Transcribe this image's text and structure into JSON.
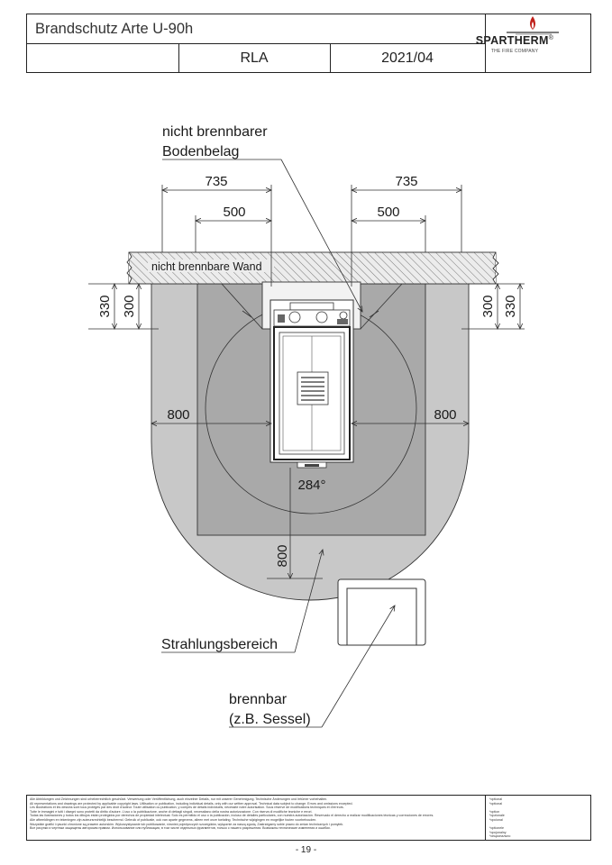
{
  "header": {
    "title": "Brandschutz Arte U-90h",
    "model": "RLA",
    "date": "2021/04",
    "brand": "SPARTHERM",
    "brand_mark": "®",
    "brand_tagline": "THE FIRE COMPANY"
  },
  "drawing": {
    "label_floor": [
      "nicht brennbarer",
      "Bodenbelag"
    ],
    "label_wall": "nicht brennbare Wand",
    "label_radiation": "Strahlungsbereich",
    "label_combustible": [
      "brennbar",
      "(z.B. Sessel)"
    ],
    "angle": "284°",
    "dim_top_left_outer": "735",
    "dim_top_left_inner": "500",
    "dim_top_right_outer": "735",
    "dim_top_right_inner": "500",
    "dim_left_outer": "330",
    "dim_left_inner": "300",
    "dim_right_inner": "300",
    "dim_right_outer": "330",
    "dim_side_left": "800",
    "dim_side_right": "800",
    "dim_front": "800",
    "colors": {
      "radiation_area": "#c8c8c8",
      "floor_plate": "#a9a9a9",
      "line": "#333333"
    }
  },
  "footer": {
    "lines": [
      "Alle Abbildungen und Zeichnungen sind urheberrechtlich geschützt. Verwertung oder Veröffentlichung, auch einzelner Details, nur mit unserer Genehmigung. Technische Änderungen und Irrtümer vorbehalten.",
      "All representations and drawings are protected by applicable copyright laws. Utilisation or publication, including individual details, only with our written approval. Technical data subject to change. Errors and omissions excepted.",
      "Les illustrations et les dessins sont tous protégés par des droit d'auteur. Toute utilisation ou publication, y compris de détails individuels, nécessite notre autorisation. Sous réserve de modifications techniques et d'erreurs.",
      "Tutte le immagini e tutti i disegni sono protetti da diritto d'autore. L'uso o la pubblicazione, anche di dettagli singoli, necessitano della nostra autorizzazione. Con riserva di modifiche tecniche e errori.",
      "Todas las ilustraciones y todos los dibujos están protegidos por derechos de propiedad intelectual. Solo es permitido el uso o la publicación, incluso de detalles particulares, con nuestra autorización. Reservado el derecho a realizar modificaciones técnicas y correcciones de errores.",
      "Alle afbeeldingen en tekeningen zijn auteursrechtelijk beschermd. Gebruik of publicatie, ook van aparte gegevens, alleen met onze toelating. Technische wijzigingen en mogelijke fouten voorbehouden.",
      "Wszystkie grafiki i rysunki chronione są prawem autorskim. Wykorzystywanie lub publikowanie, również pojedynczych szczegółów, wyłącznie za naszą zgodą. Zastrzegamy sobie prawo do zmian technicznych i pomyłek.",
      "Все рисунки и чертежи защищены авторским правом. Использование или публикация, в том числе отдельных фрагментов, только с нашего разрешения. Возможны технические изменения и ошибки."
    ],
    "right_lines": [
      "*optional",
      "*optional",
      "",
      "*option",
      "*opzionale",
      "*opcional",
      "",
      "*optionele",
      "*opcjonalny",
      "*опционально"
    ],
    "page": "- 19 -"
  }
}
